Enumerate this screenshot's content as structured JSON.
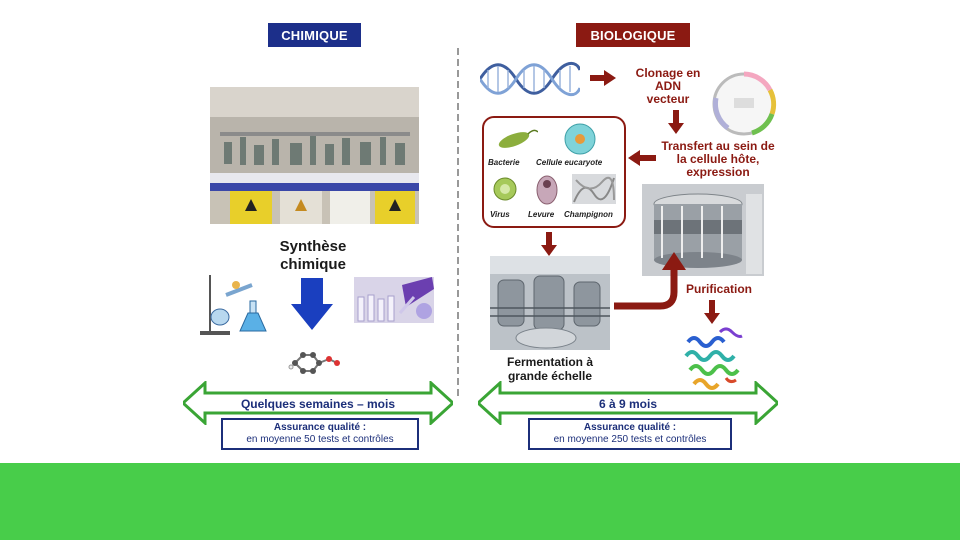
{
  "chimique": {
    "header": "CHIMIQUE",
    "synthesis_line1": "Synthèse",
    "synthesis_line2": "chimique",
    "duration": "Quelques semaines – mois",
    "qa_line1": "Assurance qualité :",
    "qa_line2": "en moyenne 50 tests et contrôles"
  },
  "biologique": {
    "header": "BIOLOGIQUE",
    "clonage_line1": "Clonage en",
    "clonage_line2": "ADN",
    "clonage_line3": "vecteur",
    "transfert_line1": "Transfert au sein de",
    "transfert_line2": "la cellule hôte,",
    "transfert_line3": "expression",
    "organisms": [
      "Bacterie",
      "Cellule eucaryote",
      "Virus",
      "Levure",
      "Champignon"
    ],
    "fermentation_line1": "Fermentation à",
    "fermentation_line2": "grande échelle",
    "purification": "Purification",
    "duration": "6 à 9 mois",
    "qa_line1": "Assurance qualité :",
    "qa_line2": "en moyenne 250 tests et contrôles"
  },
  "colors": {
    "chimique_header": "#1c2f8a",
    "biologique_header": "#8b1a12",
    "arrow_green": "#3aa535",
    "arrow_blue": "#1a3fbf",
    "arrow_red": "#8b1a12",
    "bottom_bar": "#48cd4a"
  }
}
